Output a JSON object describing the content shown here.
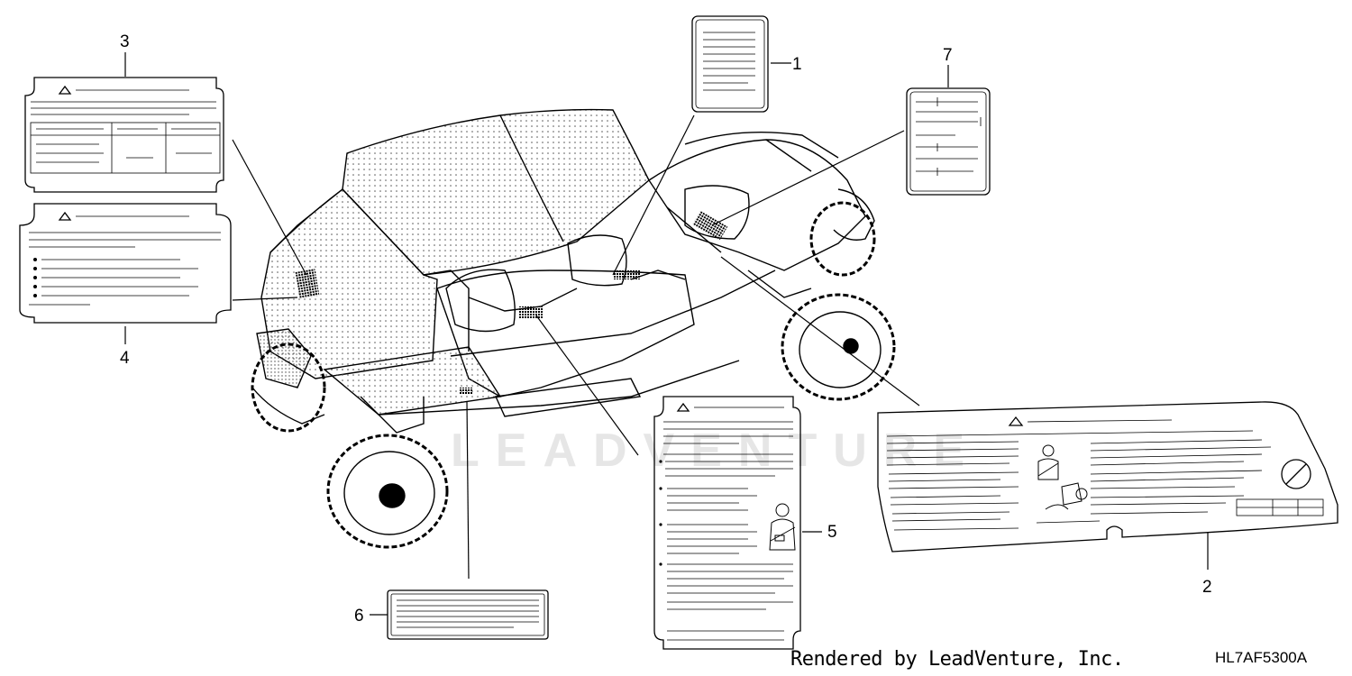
{
  "callouts": [
    {
      "id": 1,
      "label": "1"
    },
    {
      "id": 2,
      "label": "2"
    },
    {
      "id": 3,
      "label": "3"
    },
    {
      "id": 4,
      "label": "4"
    },
    {
      "id": 5,
      "label": "5"
    },
    {
      "id": 6,
      "label": "6"
    },
    {
      "id": 7,
      "label": "7"
    }
  ],
  "warning_symbol": "△",
  "watermark": "LEADVENTURE",
  "credit": "Rendered by LeadVenture, Inc.",
  "diagram_code": "HL7AF5300A"
}
